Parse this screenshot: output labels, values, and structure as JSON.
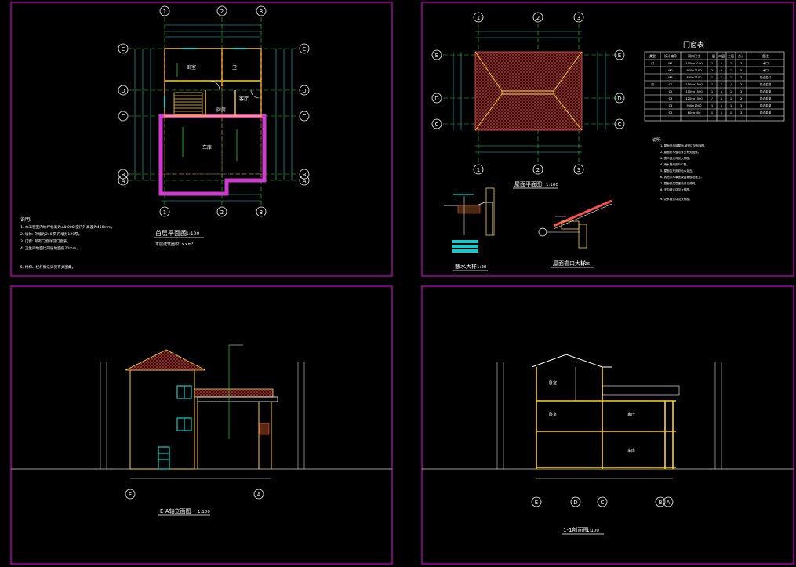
{
  "colors": {
    "frame": "#d100d1",
    "axis": "#1fd31f",
    "wall": "#ffd21a",
    "dim": "#19c8c8",
    "hatch": "#ff5050",
    "text": "#ffffff",
    "magenta": "#d03ad0",
    "ground": "#cfcfcf"
  },
  "sheet1": {
    "title": "首层平面图",
    "scale": "1:100",
    "sub": "本层建筑面积: ××m²",
    "axes_top": [
      "1",
      "2",
      "3"
    ],
    "axes_left": [
      "E",
      "D",
      "C",
      "B",
      "A"
    ],
    "rooms": [
      "卧室",
      "卫",
      "客厅",
      "厨房",
      "车库"
    ],
    "notes_title": "说明:",
    "notes": [
      "1. 本工程室内地坪标高为±0.000,室内外高差为450mm。",
      "2. 墙体: 外墙为240厚,内墙为120厚。",
      "3. 门窗: 所有门窗详见门窗表。",
      "4. 卫生间地面比同层地面低20mm。",
      "5. 楼梯、栏杆做法详见有关图集。"
    ]
  },
  "sheet2": {
    "roof_title": "屋面平面图",
    "roof_scale": "1:100",
    "table_title": "门窗表",
    "table_headers": [
      "类型",
      "设计编号",
      "洞口尺寸",
      "一层",
      "二层",
      "三层",
      "合计",
      "备注"
    ],
    "table_rows": [
      [
        "门",
        "M1",
        "1000×2100",
        "1",
        "1",
        "1",
        "3",
        "木门"
      ],
      [
        "",
        "M2",
        "900×2100",
        "2",
        "2",
        "1",
        "5",
        "木门"
      ],
      [
        "",
        "M3",
        "800×2100",
        "1",
        "1",
        "1",
        "3",
        "铝合金门"
      ],
      [
        "窗",
        "C1",
        "1800×1500",
        "1",
        "1",
        "/",
        "2",
        "铝合金窗"
      ],
      [
        "",
        "C2",
        "1500×1500",
        "1",
        "1",
        "1",
        "3",
        "铝合金窗"
      ],
      [
        "",
        "C3",
        "1200×1500",
        "/",
        "1",
        "1",
        "2",
        "铝合金窗"
      ],
      [
        "",
        "C4",
        "900×1500",
        "1",
        "1",
        "1",
        "3",
        "铝合金窗"
      ],
      [
        "",
        "C5",
        "600×900",
        "1",
        "1",
        "1",
        "3",
        "铝合金窗"
      ]
    ],
    "notes_title": "说明:",
    "notes": [
      "1. 屋面采用坡屋面,坡度详见剖面图。",
      "2. 屋面防水做法详见有关图集。",
      "3. 檐口做法详见大样图。",
      "4. 雨水管采用PVC管。",
      "5. 屋面瓦采用彩色水泥瓦。",
      "6. 其他未尽事宜按国家规范施工。",
      "7. 屋面保温层做法详见说明。",
      "8. 天沟做法详见大样图。",
      "9. 泛水做法详见大样图。"
    ],
    "detail1_title": "散水大样",
    "detail1_scale": "1:20",
    "detail2_title": "屋面檐口大样",
    "detail2_scale": "1:25"
  },
  "sheet3": {
    "title": "E-A轴立面图",
    "scale": "1:100",
    "axis_left": "E",
    "axis_right": "A"
  },
  "sheet4": {
    "title": "1-1剖面图",
    "scale": "1:100",
    "axes": [
      "E",
      "D",
      "C",
      "B",
      "A"
    ],
    "rooms": [
      "卧室",
      "卧室",
      "客厅",
      "车库"
    ]
  }
}
